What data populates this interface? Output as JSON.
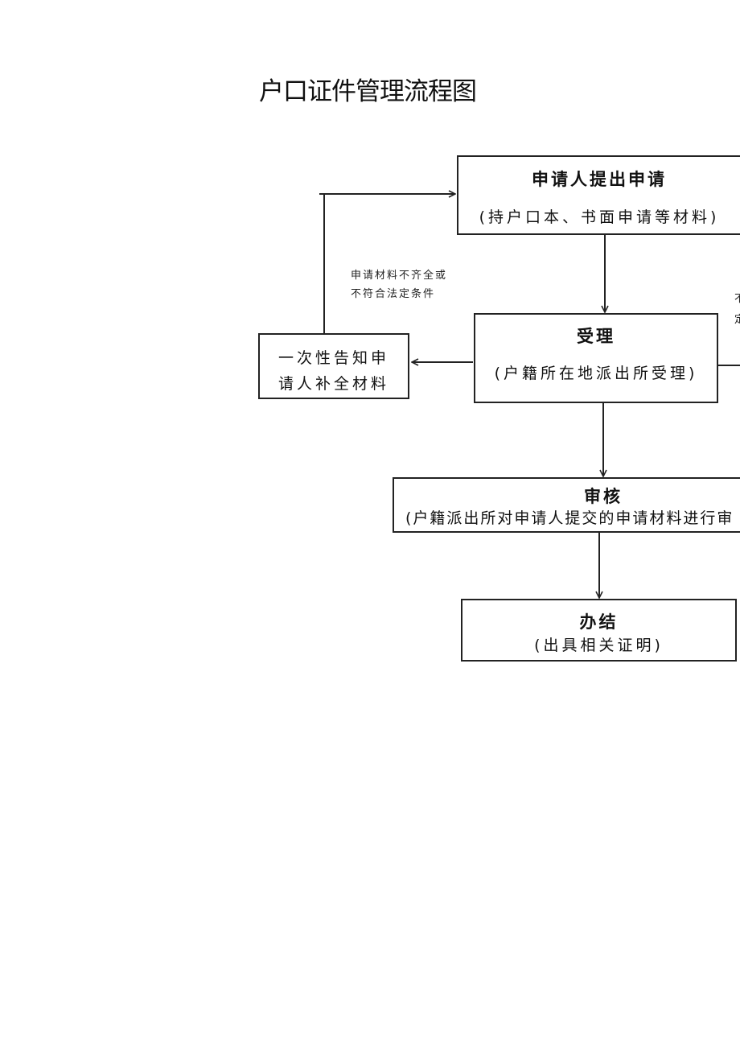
{
  "title": "户口证件管理流程图",
  "nodes": {
    "apply": {
      "title": "申请人提出申请",
      "sub": "(持户口本、书面申请等材料)"
    },
    "accept": {
      "title": "受理",
      "sub": "(户籍所在地派出所受理)"
    },
    "notify": {
      "line1": "一次性告知申",
      "line2": "请人补全材料"
    },
    "review": {
      "title": "审核",
      "sub": "(户籍派出所对申请人提交的申请材料进行审"
    },
    "finish": {
      "title": "办结",
      "sub": "(出具相关证明)"
    }
  },
  "notes": {
    "incomplete_1": "申请材料不齐全或",
    "incomplete_2": "不符合法定条件",
    "right_edge_1": "不",
    "right_edge_2": "定"
  }
}
